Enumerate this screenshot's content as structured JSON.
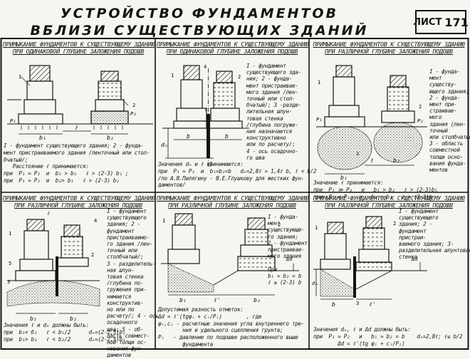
{
  "header": {
    "title_line1": "УСТРОЙСТВО ФУНДАМЕНТОВ",
    "title_line2": "ВБЛИЗИ СУЩЕСТВУЮЩИХ ЗДАНИЙ",
    "sheet_label": "ЛИСТ",
    "sheet_number": "171"
  },
  "panels": [
    {
      "caption": [
        "ПРИМЫКАНИЕ ФУНДАМЕНТОВ К СУЩЕСТВУЮЩЕМУ ЗДАНИЮ",
        "ПРИ ОДИНАКОВОЙ ГЛУБИНЕ ЗАЛОЖЕНИЯ ПОДОШВ"
      ],
      "legend": "",
      "notes": "I - фундамент существующего здания; 2 - фунда-\nмент пристраиваемого здания /ленточный или стол-\nбчатый/;\n   Расстояние ℓ принимается:\nпри  P₁ ≈ P₂  и  b₁ > b₂   ℓ > (2-3) b₁ ;\nпри  P₁ ≈ P₂  и  b₂> b₁   ℓ > (2-3) b₂"
    },
    {
      "caption": [
        "ПРИМЫКАНИЕ ФУНДАМЕНТОВ К СУЩЕСТВУЮЩЕМУ ЗДАНИЮ",
        "ПРИ ОДИНАКОВОЙ ГЛУБИНЕ ЗАЛОЖЕНИЯ ПОДОШВ"
      ],
      "legend": "I - фундамент\nсуществующего зда-\nния; 2 - фунда-\nмент пристраивае-\nмого здания /лен-\nточный или стол-\nбчатый/; 3 -разде-\nлительная шпун-\nтовая стенка\n/глубина погруже-\nния назначается\nконструктивно\nили по расчету/;\n4 - ось осадочно-\nго шва",
      "notes": "Значения dₙ и ℓ принимаются:\nпри  P₁ ≈ P₂  и  b₁=b₂=b   dₙ=2,8ℓ = 1,4ℓ b, ℓ < b/2\n/по А.В.Пилягину - В.Е.Глушкову для жестких фун-\nдаментов/"
    },
    {
      "caption": [
        "ПРИМЫКАНИЕ ФУНДАМЕНТОВ К СУЩЕСТВУЮЩЕМУ ЗДАНИЮ",
        "ПРИ РАЗЛИЧНОЙ ГЛУБИНЕ ЗАЛОЖЕНИЯ ПОДОШВ"
      ],
      "legend": "I - фунда-\nмент\nсуществу-\nющего здания;\n2 - фунда-\nмент при-\nстраивае-\nмого\nздания (лен-\nточный\nили столбчатый);\n3 - область\nсовместной\nтолщи осно-\nвания фунда-\nментов",
      "notes": "Значение ℓ принимается:\nпри  P₁ ≫ P₂   и   b₁ > b₂   ℓ > (2-3)b₁\nпри  P₁ < P₂   и   b₁ < b₂   ℓ > (2-3)b"
    },
    {
      "caption": [
        "ПРИМЫКАНИЕ ФУНДАМЕНТОВ К СУЩЕСТВУЮЩЕМУ ЗДАНИЮ",
        "ПРИ РАЗЛИЧНОЙ ГЛУБИНЕ ЗАЛОЖЕНИЯ ПОДОШВ"
      ],
      "legend": "I - фундамент\nсуществующего\nздания; 2 -\nфундамент\nпристраиваемо-\nго здания /лен-\nточный или\nстолбчатый/;\n3 - разделитель-\nная шпун-\nтовая стенка\n/глубина по-\nгружения при-\nнимается\nконструктив-\nно или по\nрасчету/; 4 - ось\nосадочного\nшва; 5 - об-\nласть совмест-\nной толщи ос-\nнования фун-\nдаментов",
      "notes": "Значения ℓ и dₙ должны быть:\nпри  b₁< б₂   ℓ < b₁/2      dₙ=(2-2,5)b₂\nпри  b₁> b₂   ℓ < b₂/2      dₙ=(2-2,5)b₁"
    },
    {
      "caption": [
        "ПРИМЫКАНИЕ ФУНДАМЕНТОВ К СУЩЕСТВУЮЩЕМУ ЗДАНИЮ",
        "ПРИ РАЗЛИЧНОЙ ГЛУБИНЕ ЗАЛОЖЕНИЯ ПОДОШВ"
      ],
      "legend": "I - фунда-\nмент\nсуществующе-\nго здания;\n2 - фундамент\nпристраивае-\nмого здания\n\nПри\nb₁ ≈ b₂ = b\nℓ ≥ (2-3) b",
      "notes": "Допустимая разность отметок:\nΔd = ℓ'(tgφᵢ + cᵢ/Pᵢ)        , где\nφᵢ,cᵢ - расчетные значения угла внутреннего тре-\n        ния и удельного сцепления грунта;\nPᵢ   - давление по подошве расположенного выше\n        фундамента"
    },
    {
      "caption": [
        "ПРИМЫКАНИЕ ФУНДАМЕНТОВ К СУЩЕСТВУЮЩЕМУ ЗДАНИЮ",
        "ПРИ РАЗЛИЧНОЙ ГЛУБИНЕ ЗАЛОЖЕНИЯ ПОДОШВ"
      ],
      "legend": "I - фундамент\nсуществующего\nздания; 2 -\nфундамент\nпристраи-\nваемого здания; 3-\nразделительная шпунтовая\nстенка",
      "notes": "Значения dₙ, ℓ и Δd должны быть:\nпри  P₁ ≈ P₂   и   b₁ ≈ b₂ = b    dₙ=2,8ℓ; ℓ≤ b/2\n        Δd = ℓ'(tg φᵢ + cᵢ/Pᵢ)"
    }
  ],
  "labels": {
    "l": "ℓ",
    "l_prime": "ℓ'",
    "b1": "b₁",
    "b2": "b₂",
    "b": "b",
    "P1": "P₁",
    "P2": "P₂",
    "dn": "dₙ",
    "delta_d": "Δd",
    "n1": "1",
    "n2": "2",
    "n3": "3",
    "n4": "4",
    "n5": "5"
  }
}
